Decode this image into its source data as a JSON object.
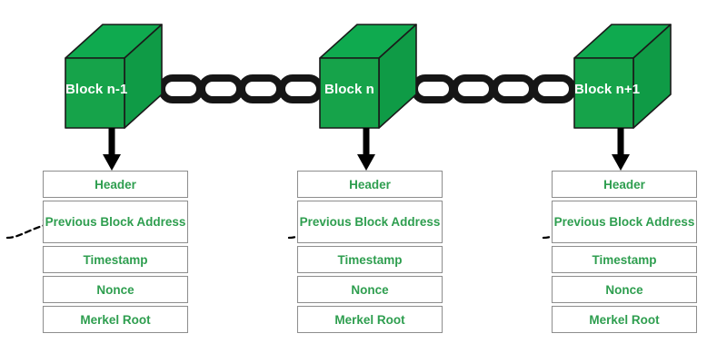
{
  "diagram": {
    "title": "Blockchain structure diagram",
    "background_color": "#ffffff",
    "colors": {
      "cube_front": "#16a34a",
      "cube_top": "#0faa4f",
      "cube_side": "#0f9b46",
      "cube_outline": "#1a1a1a",
      "cube_label_text": "#ffffff",
      "chain_link": "#161616",
      "arrow": "#000000",
      "box_border": "#8d8d8d",
      "box_background": "#ffffff",
      "box_text": "#2e9e4f",
      "dashed_arrow": "#000000"
    },
    "blocks": [
      {
        "id": "block-n-minus-1",
        "label": "Block n-1",
        "fields": [
          {
            "name": "header",
            "label": "Header"
          },
          {
            "name": "previous-block-address",
            "label": "Previous Block Address"
          },
          {
            "name": "timestamp",
            "label": "Timestamp"
          },
          {
            "name": "nonce",
            "label": "Nonce"
          },
          {
            "name": "merkel-root",
            "label": "Merkel Root"
          }
        ]
      },
      {
        "id": "block-n",
        "label": "Block n",
        "fields": [
          {
            "name": "header",
            "label": "Header"
          },
          {
            "name": "previous-block-address",
            "label": "Previous Block Address"
          },
          {
            "name": "timestamp",
            "label": "Timestamp"
          },
          {
            "name": "nonce",
            "label": "Nonce"
          },
          {
            "name": "merkel-root",
            "label": "Merkel Root"
          }
        ]
      },
      {
        "id": "block-n-plus-1",
        "label": "Block n+1",
        "fields": [
          {
            "name": "header",
            "label": "Header"
          },
          {
            "name": "previous-block-address",
            "label": "Previous Block Address"
          },
          {
            "name": "timestamp",
            "label": "Timestamp"
          },
          {
            "name": "nonce",
            "label": "Nonce"
          },
          {
            "name": "merkel-root",
            "label": "Merkel Root"
          }
        ]
      }
    ],
    "connectors": {
      "chain_segments": 2,
      "links_per_segment": 4,
      "down_arrows": 3,
      "dashed_link_arrows": 3
    }
  }
}
